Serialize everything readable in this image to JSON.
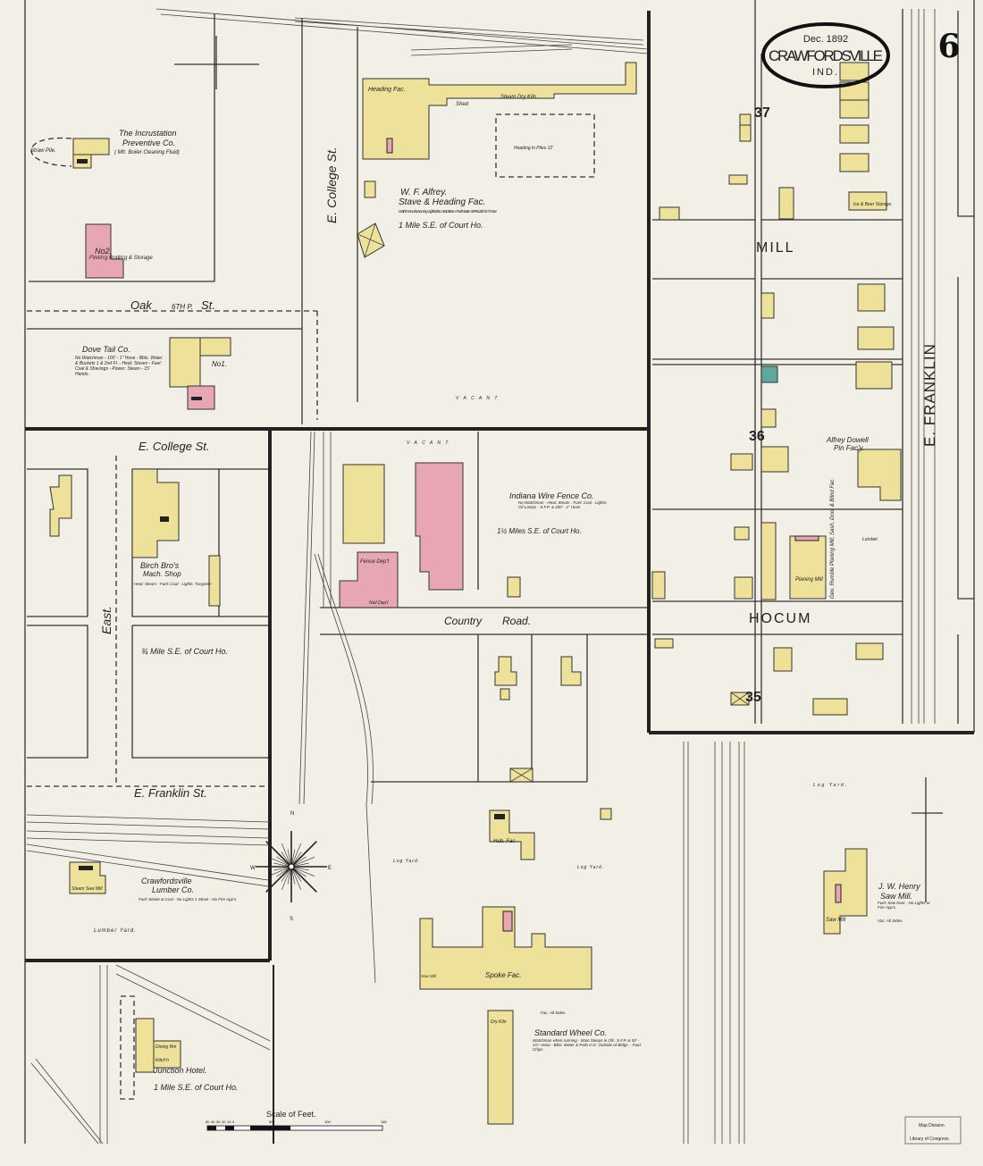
{
  "title": {
    "date": "Dec. 1892",
    "city": "Crawfordsville",
    "state": "Ind.",
    "sheet": "6"
  },
  "streets": {
    "e_college_vertical": "E. College St.",
    "oak": "Oak",
    "oak_st": "St.",
    "oak_grade": "6TH P.",
    "e_college": "E. College St.",
    "east": "East.",
    "e_franklin_st": "E. Franklin St.",
    "country_road_1": "Country",
    "country_road_2": "Road.",
    "mill": "MILL",
    "hocum": "HOCUM",
    "e_franklin": "E. FRANKLIN"
  },
  "blocks": {
    "b37": "37",
    "b36": "36",
    "b35": "35"
  },
  "businesses": {
    "incrustation_1": "The Incrustation",
    "incrustation_2": "Preventive Co.",
    "incrustation_3": "( Mfr. Boiler Cleaning Fluid)",
    "straw_pile": "Straw Pile.",
    "alfrey_1": "W. F. Alfrey.",
    "alfrey_2": "Stave & Heading Fac.",
    "alfrey_3": "Watchman when running - Lights: Elec. Heat: Steam - Fuel: Waste - S.F.P. & 200' - 1½\" Hose",
    "alfrey_dist": "1 Mile S.E. of Court Ho.",
    "heading_fac": "Heading Fac.",
    "steam_dry_kiln": "Steam Dry Kiln",
    "shed": "Shed",
    "heading_piles": "Heading in Piles 12'",
    "dove_tail": "Dove Tail Co.",
    "dove_tail_notes": "No Watchman - 100' - 1\" Hose - Bbls. Water & Buckets 1 & 2nd Fl. - Heat: Stoves - Fuel: Coal & Shavings - Power: Steam - 15' Hands.",
    "finishing_2": "Finish'g Rodin'g & Storage",
    "no2": "No2.",
    "no1": "No1.",
    "vacant_top": "V A C A N T",
    "birch_1": "Birch Bro's",
    "birch_2": "Mach. Shop",
    "birch_notes": "Heat: Steam - Fuel: Coal - Lights: Tungsten",
    "birch_dist": "¾ Mile S.E. of Court Ho.",
    "wire_1": "Indiana Wire Fence Co.",
    "wire_notes": "No Watchman - Heat: Steam - Fuel: Coal - Lights: Oil Lamps - S.F.P. & 200' - 1\" Hose",
    "wire_dist": "1½ Miles S.E. of Court Ho.",
    "fence_dept": "Fence Dep't",
    "nail_dept": "Nail Dep't",
    "vacant_mid": "V A C A N T",
    "alfrey_dowell_1": "Alfrey Dowell",
    "alfrey_dowell_2": "Pin Fac'y.",
    "rumble": "Geo. Rumble Planing Mill, Sash, Door & Blind Fac.",
    "planing_mill": "Planing Mill",
    "lumber": "Lumber.",
    "ice_beer": "Ice & Beer Storage",
    "lumber_co_1": "Crawfordsville",
    "lumber_co_2": "Lumber Co.",
    "lumber_notes": "Fuel: Waste & Coal - No Lights 1 Stove - No Fire App's.",
    "steam_saw_mill": "Steam Saw Mill",
    "lumber_yard": "Lumber    Yard.",
    "hub_fac": "Hub. Fac.",
    "log_yard_1": "Log Yard.",
    "log_yard_2": "Log Yard.",
    "log_yard_3": "Log Yard.",
    "spoke_fac": "Spoke Fac.",
    "saw_mill": "Saw Mill",
    "dry_kiln": "Dry Kiln",
    "wheel_1": "Standard Wheel Co.",
    "wheel_notes": "Watchman when running - Main Sleeps in Ofc. S.F.P. & 50' - 1½\" Hose - Bbls. Water & Pails in E. Outside of Bldgs. - Fuel: Chips",
    "fac_all_sides": "Fac. All Sides.",
    "junction_1": "Junction Hotel.",
    "junction_dist": "1 Mile S.E. of Court Ho.",
    "dining": "Dining Rm",
    "kitchen": "Kitch'n",
    "henry_1": "J. W. Henry",
    "henry_2": "Saw Mill.",
    "henry_notes": "Fuel: Saw Dust - No Lights or Fire App's.",
    "henry_saw": "Saw Mill",
    "henry_vac": "Vac. All Sides."
  },
  "scale": {
    "title": "Scale of Feet.",
    "ticks": [
      "50",
      "40",
      "30",
      "20",
      "10",
      "0",
      "50",
      "100",
      "150"
    ]
  },
  "stamp": {
    "line1": "Map Division",
    "line2": "Library of Congress"
  },
  "compass": {
    "n": "N",
    "s": "S",
    "e": "E",
    "w": "W"
  },
  "colors": {
    "paper": "#f1efe6",
    "frame": "#eee29a",
    "brick": "#e8a6b4",
    "stone": "#5fa8a0"
  }
}
